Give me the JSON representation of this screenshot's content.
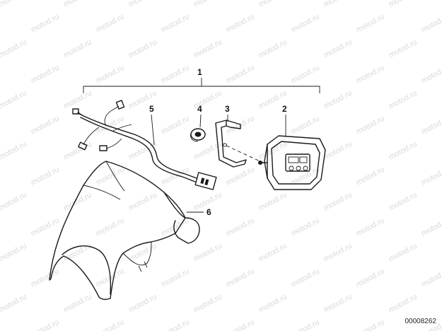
{
  "watermark": {
    "text": "motod.ru"
  },
  "callouts": {
    "c1": "1",
    "c2": "2",
    "c3": "3",
    "c4": "4",
    "c5": "5",
    "c6": "6"
  },
  "diagram_id": "00008262",
  "colors": {
    "ink": "#1a1a1a",
    "watermark": "#d9d9d9",
    "background": "#ffffff"
  }
}
